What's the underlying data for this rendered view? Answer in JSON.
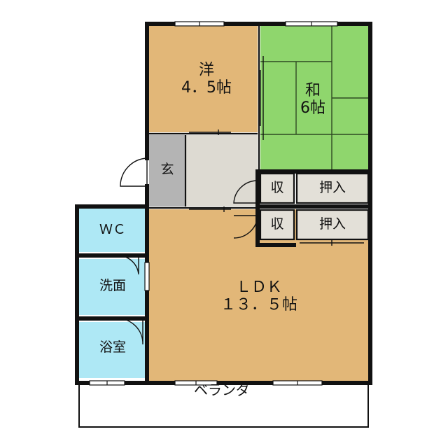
{
  "floorplan": {
    "rooms": {
      "western": {
        "name": "洋",
        "size": "4．5帖"
      },
      "japanese": {
        "name": "和",
        "size": "6帖"
      },
      "entrance": {
        "name": "玄"
      },
      "storage_1": {
        "name": "収"
      },
      "storage_2": {
        "name": "収"
      },
      "closet_1": {
        "name": "押入"
      },
      "closet_2": {
        "name": "押入"
      },
      "ldk": {
        "name": "ＬＤＫ",
        "size": "１３．５帖"
      },
      "wc": {
        "name": "ＷＣ"
      },
      "washroom": {
        "name": "洗面"
      },
      "bathroom": {
        "name": "浴室"
      }
    },
    "veranda": {
      "name": "ベランダ"
    },
    "colors": {
      "western_room": "#e2b778",
      "japanese_room": "#8fd66d",
      "wet_area": "#aee8f5",
      "entrance": "#b4b4b4",
      "hallway": "#dddad2",
      "closet": "#e3e0d8",
      "wall": "#111111"
    }
  }
}
